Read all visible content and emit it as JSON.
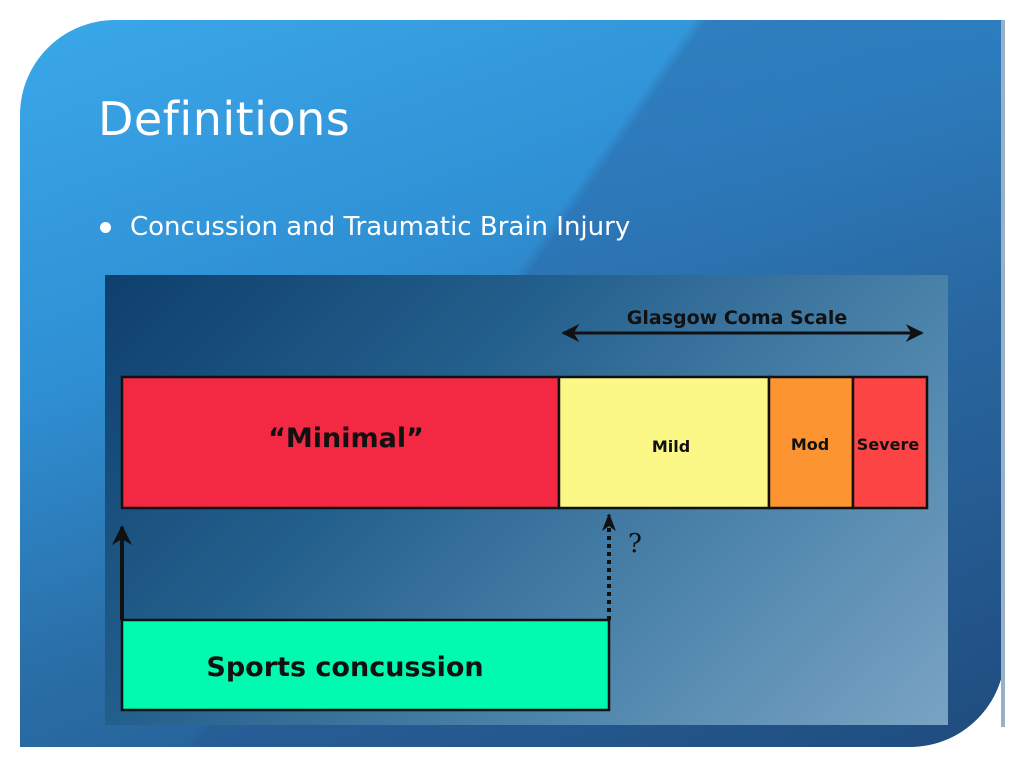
{
  "slide": {
    "title": "Definitions",
    "bullet": "Concussion and Traumatic Brain Injury"
  },
  "diagram": {
    "scale_label": "Glasgow Coma Scale",
    "segments": [
      {
        "label": "“Minimal”",
        "color": "#f32843"
      },
      {
        "label": "Mild",
        "color": "#fbf888"
      },
      {
        "label": "Mod",
        "color": "#fd9432"
      },
      {
        "label": "Severe",
        "color": "#fc4444"
      }
    ],
    "sports_label": "Sports concussion",
    "sports_color": "#00fab0",
    "question_mark": "?"
  }
}
